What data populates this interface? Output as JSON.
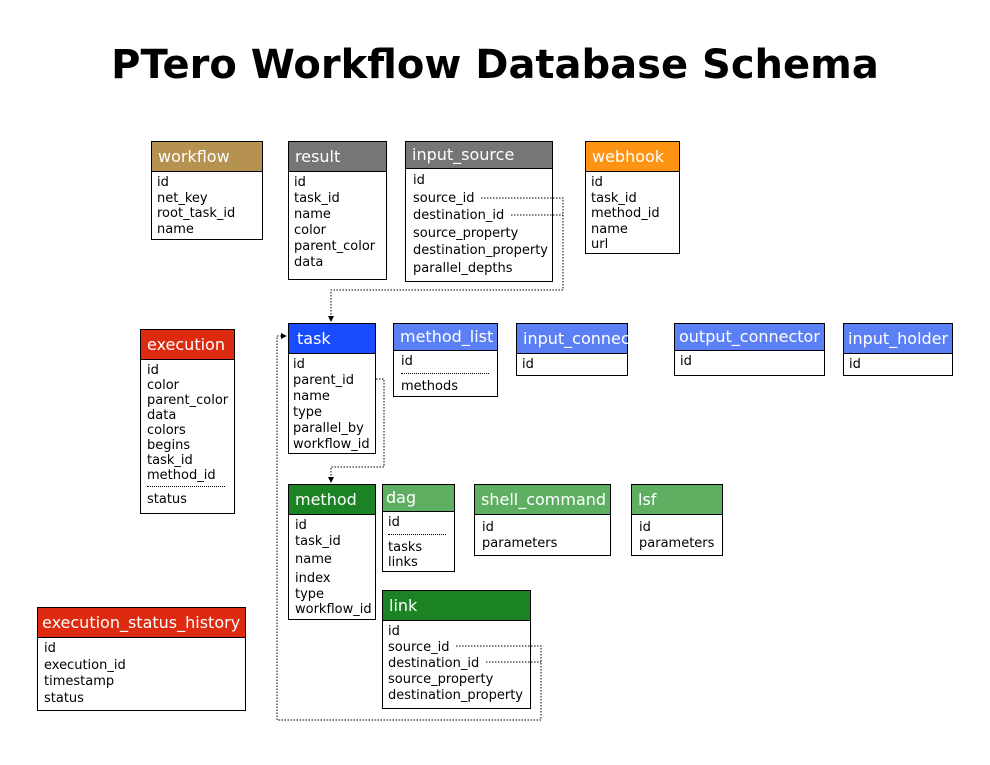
{
  "title": "PTero Workflow Database Schema",
  "colors": {
    "workflow": "#b5924f",
    "result": "#767676",
    "input_source": "#767676",
    "webhook": "#ff9414",
    "execution": "#dd2a10",
    "task": "#1a4cff",
    "light_blue": "#5b7ff5",
    "dark_green": "#1b8323",
    "light_green": "#5faf63"
  },
  "entities": {
    "workflow": {
      "name": "workflow",
      "fields": [
        "id",
        "net_key",
        "root_task_id",
        "name"
      ]
    },
    "result": {
      "name": "result",
      "fields": [
        "id",
        "task_id",
        "name",
        "color",
        "parent_color",
        "data"
      ]
    },
    "input_source": {
      "name": "input_source",
      "fields": [
        "id",
        "source_id",
        "destination_id",
        "source_property",
        "destination_property",
        "parallel_depths"
      ]
    },
    "webhook": {
      "name": "webhook",
      "fields": [
        "id",
        "task_id",
        "method_id",
        "name",
        "url"
      ]
    },
    "execution": {
      "name": "execution",
      "fields": [
        "id",
        "color",
        "parent_color",
        "data",
        "colors",
        "begins",
        "task_id",
        "method_id"
      ],
      "extra_fields": [
        "status"
      ]
    },
    "task": {
      "name": "task",
      "fields": [
        "id",
        "parent_id",
        "name",
        "type",
        "parallel_by",
        "workflow_id"
      ]
    },
    "method_list": {
      "name": "method_list",
      "fields": [
        "id"
      ],
      "extra_fields": [
        "methods"
      ]
    },
    "input_connector": {
      "name": "input_connector",
      "fields": [
        "id"
      ]
    },
    "output_connector": {
      "name": "output_connector",
      "fields": [
        "id"
      ]
    },
    "input_holder": {
      "name": "input_holder",
      "fields": [
        "id"
      ]
    },
    "method": {
      "name": "method",
      "fields": [
        "id",
        "task_id",
        "name",
        "index",
        "type",
        "workflow_id"
      ]
    },
    "dag": {
      "name": "dag",
      "fields": [
        "id"
      ],
      "extra_fields": [
        "tasks",
        "links"
      ]
    },
    "shell_command": {
      "name": "shell_command",
      "fields": [
        "id",
        "parameters"
      ]
    },
    "lsf": {
      "name": "lsf",
      "fields": [
        "id",
        "parameters"
      ]
    },
    "execution_status_history": {
      "name": "execution_status_history",
      "fields": [
        "id",
        "execution_id",
        "timestamp",
        "status"
      ]
    },
    "link": {
      "name": "link",
      "fields": [
        "id",
        "source_id",
        "destination_id",
        "source_property",
        "destination_property"
      ]
    }
  }
}
